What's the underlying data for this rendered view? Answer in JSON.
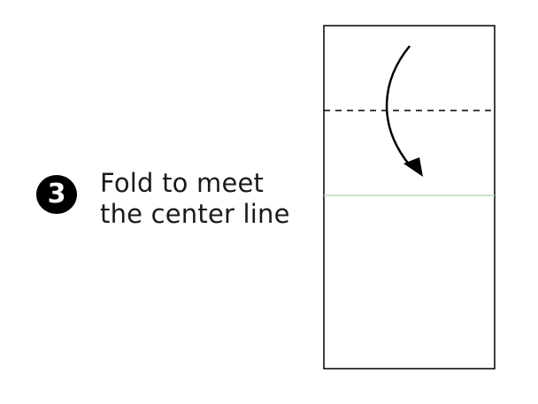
{
  "step": {
    "number": "3",
    "instruction_lines": [
      "Fold to meet",
      "the center line"
    ]
  },
  "diagram": {
    "paper_fill": "#ffffff",
    "outline_color": "#000000",
    "center_line_color": "#bcd9bc",
    "fold_line_style": "dashed",
    "arrow_direction": "down"
  }
}
